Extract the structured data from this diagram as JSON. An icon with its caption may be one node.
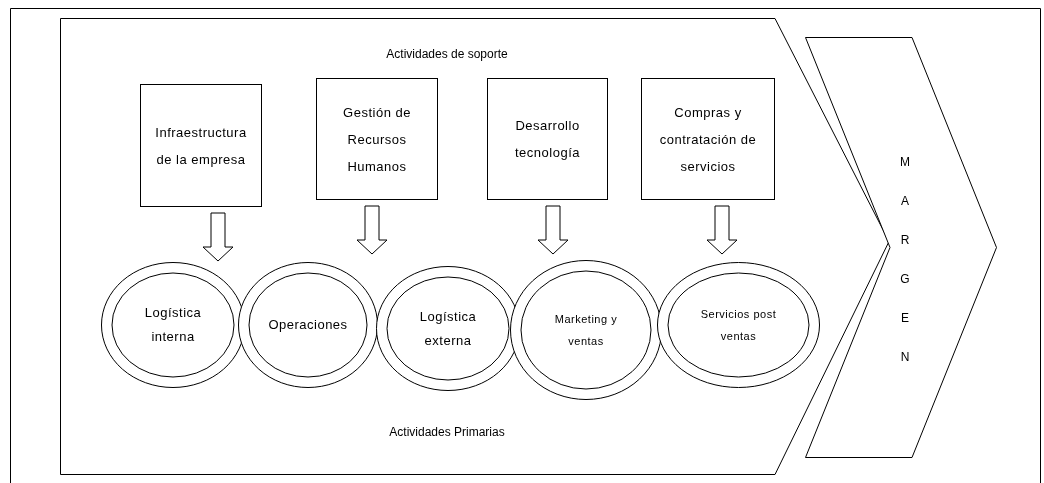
{
  "diagram": {
    "nodes": [
      {
        "text": [
          "Actividades de soporte",
          "Actividades Primarias"
        ]
      },
      {
        "text": [
          "Infraestructura de la empresa"
        ],
        "in": 0
      },
      {
        "text": [
          "Gestión de Recursos Humanos"
        ],
        "in": 0
      },
      {
        "text": [
          "Desarrollo tecnología"
        ],
        "in": 0
      },
      {
        "text": [
          "Compras y contratación de servicios"
        ],
        "in": 0
      },
      {
        "text": [
          "Logística interna"
        ],
        "in": 0
      },
      {
        "text": [
          "Operaciones"
        ],
        "in": 0
      },
      {
        "text": [
          "Logística externa"
        ],
        "in": 0
      },
      {
        "text": [
          "Marketing y ventas"
        ],
        "in": 0
      },
      {
        "text": [
          "Servicios post ventas"
        ],
        "in": 0
      },
      {
        "text": [
          "MARGEN"
        ]
      }
    ],
    "edges": [
      {
        "from": 1,
        "to": 5,
        "arrow": "to"
      },
      {
        "from": 2,
        "to": 6,
        "arrow": "to"
      },
      {
        "from": 3,
        "to": 8,
        "arrow": "to"
      },
      {
        "from": 4,
        "to": 9,
        "arrow": "to"
      }
    ]
  }
}
